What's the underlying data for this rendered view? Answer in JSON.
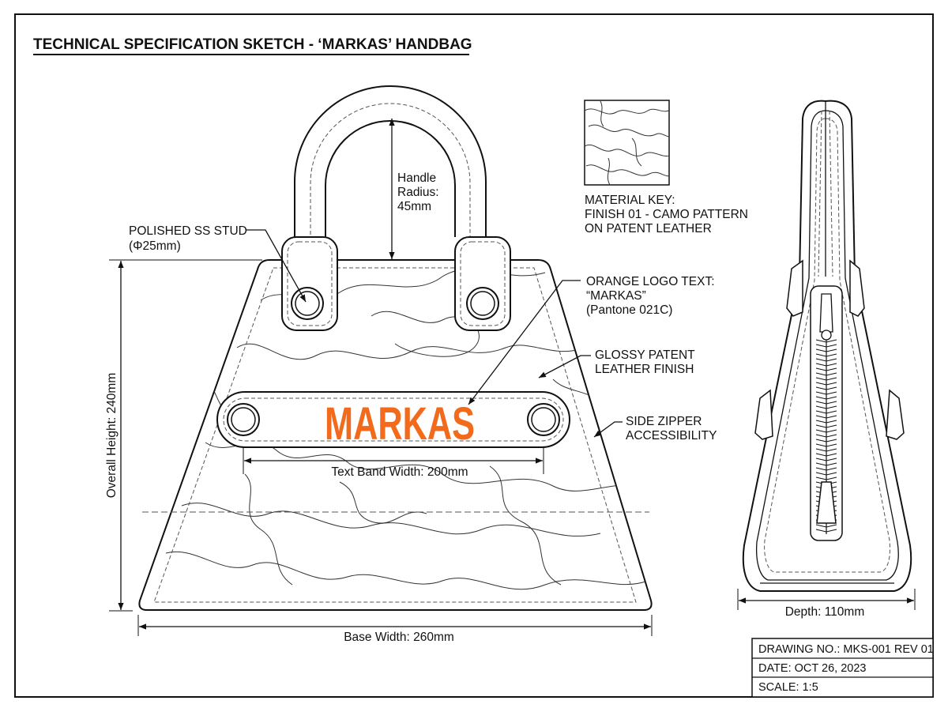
{
  "title": "TECHNICAL SPECIFICATION SKETCH - ‘MARKAS’ HANDBAG",
  "brand": {
    "logo_text": "MARKAS",
    "logo_color": "#f26a1b"
  },
  "callouts": {
    "stud": [
      "POLISHED SS STUD",
      "(Φ25mm)"
    ],
    "handle": [
      "Handle",
      "Radius:",
      "45mm"
    ],
    "material": [
      "MATERIAL KEY:",
      "FINISH 01 - CAMO PATTERN",
      "ON PATENT LEATHER"
    ],
    "logo": [
      "ORANGE LOGO TEXT:",
      "“MARKAS”",
      "(Pantone 021C)"
    ],
    "finish": [
      "GLOSSY PATENT",
      "LEATHER FINISH"
    ],
    "zipper": [
      "SIDE ZIPPER",
      "ACCESSIBILITY"
    ]
  },
  "dimensions": {
    "overall_height": "Overall Height: 240mm",
    "text_band_width": "Text Band Width: 200mm",
    "base_width": "Base Width: 260mm",
    "depth": "Depth: 110mm"
  },
  "title_block": {
    "drawing_no": "DRAWING NO.: MKS-001 REV 01",
    "date": "DATE: OCT 26, 2023",
    "scale": "SCALE: 1:5"
  }
}
